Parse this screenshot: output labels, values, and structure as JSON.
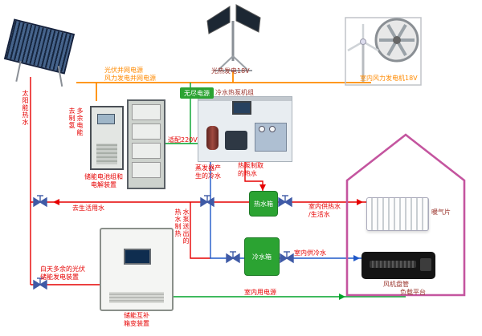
{
  "colors": {
    "hot": "#e60000",
    "cold": "#1f58c9",
    "grn": "#00a32a",
    "org": "#ff8a00",
    "house": "#c4559f",
    "tank": "#2ba332",
    "dark": "#9a342c",
    "valve": "#3f5aa6"
  },
  "labels": {
    "solar_hot_water": "太阳能热水",
    "pv_grid_power": "光伏并网电源\n风力发电并网电源",
    "pv_gen": "光热发电18V",
    "wind_gen": "室内风力发电机18V",
    "ups": "无尽电源",
    "battery_cabinet": "储能电池组和\n电解装置",
    "surplus_to_h2": "多余电能\n去制氢",
    "adapt_220v": "适配220V",
    "heat_pump_unit": "冷水热泵机组",
    "evap_cold": "蒸发器产\n生的冷水",
    "hp_hot": "热泵制取\n的热水",
    "to_domestic": "去生活用水",
    "hot_tank": "热水箱",
    "cold_tank": "冷水箱",
    "pump_hot_supply": "水泵送出的\n热水制热",
    "indoor_hot": "室内供热水\n/生活水",
    "indoor_cold": "室内供冷水",
    "radiator": "暖气片",
    "fan_coil": "风机盘管",
    "load_platform": "负载平台",
    "indoor_power": "室内用电源",
    "day_surplus": "白天多余的光伏\n储能发电装置",
    "inverter_cabinet": "储能互补\n箱变装置"
  }
}
